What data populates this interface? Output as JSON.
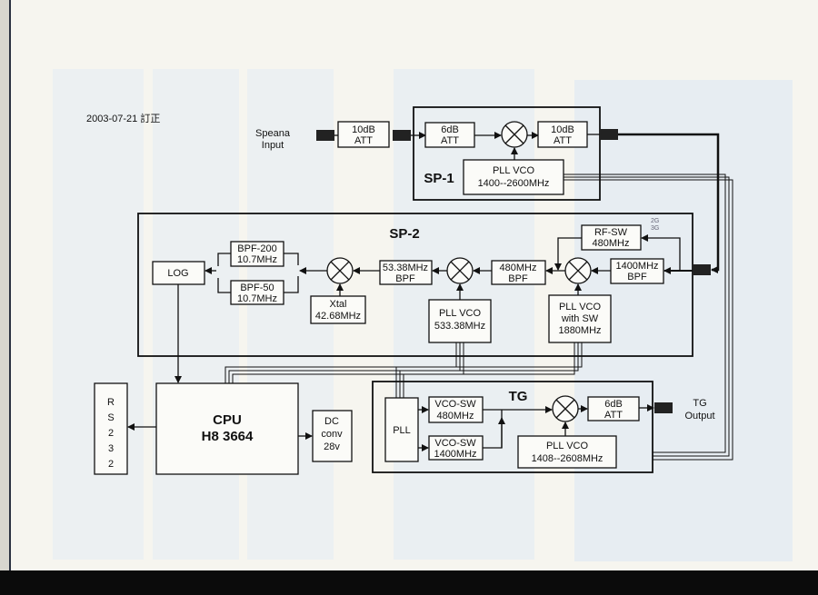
{
  "header": {
    "date_note": "2003-07-21 訂正"
  },
  "input": {
    "line1": "Speana",
    "line2": "Input"
  },
  "sp1": {
    "label": "SP-1",
    "att_in": {
      "l1": "10dB",
      "l2": "ATT"
    },
    "att_6": {
      "l1": "6dB",
      "l2": "ATT"
    },
    "att_out": {
      "l1": "10dB",
      "l2": "ATT"
    },
    "pll": {
      "l1": "PLL  VCO",
      "l2": "1400--2600MHz"
    }
  },
  "sp2": {
    "label": "SP-2",
    "rfsw": {
      "l1": "RF-SW",
      "l2": "480MHz"
    },
    "handnote": {
      "l1": "2G",
      "l2": "3G"
    },
    "bpf1400": {
      "l1": "1400MHz",
      "l2": "BPF"
    },
    "bpf480": {
      "l1": "480MHz",
      "l2": "BPF"
    },
    "bpf53": {
      "l1": "53.38MHz",
      "l2": "BPF"
    },
    "bpf200": {
      "l1": "BPF-200",
      "l2": "10.7MHz"
    },
    "bpf50": {
      "l1": "BPF-50",
      "l2": "10.7MHz"
    },
    "log": "LOG",
    "xtal": {
      "l1": "Xtal",
      "l2": "42.68MHz"
    },
    "pll533": {
      "l1": "PLL VCO",
      "l2": "533.38MHz"
    },
    "pll1880": {
      "l1": "PLL VCO",
      "l2": "with SW",
      "l3": "1880MHz"
    }
  },
  "rs232": [
    "R",
    "S",
    "2",
    "3",
    "2"
  ],
  "cpu": {
    "l1": "CPU",
    "l2": "H8  3664"
  },
  "dc": {
    "l1": "DC",
    "l2": "conv",
    "l3": "28v"
  },
  "tg": {
    "label": "TG",
    "pll": "PLL",
    "vco480": {
      "l1": "VCO-SW",
      "l2": "480MHz"
    },
    "vco1400": {
      "l1": "VCO-SW",
      "l2": "1400MHz"
    },
    "att": {
      "l1": "6dB",
      "l2": "ATT"
    },
    "pllvco": {
      "l1": "PLL  VCO",
      "l2": "1408--2608MHz"
    },
    "output": {
      "l1": "TG",
      "l2": "Output"
    }
  }
}
